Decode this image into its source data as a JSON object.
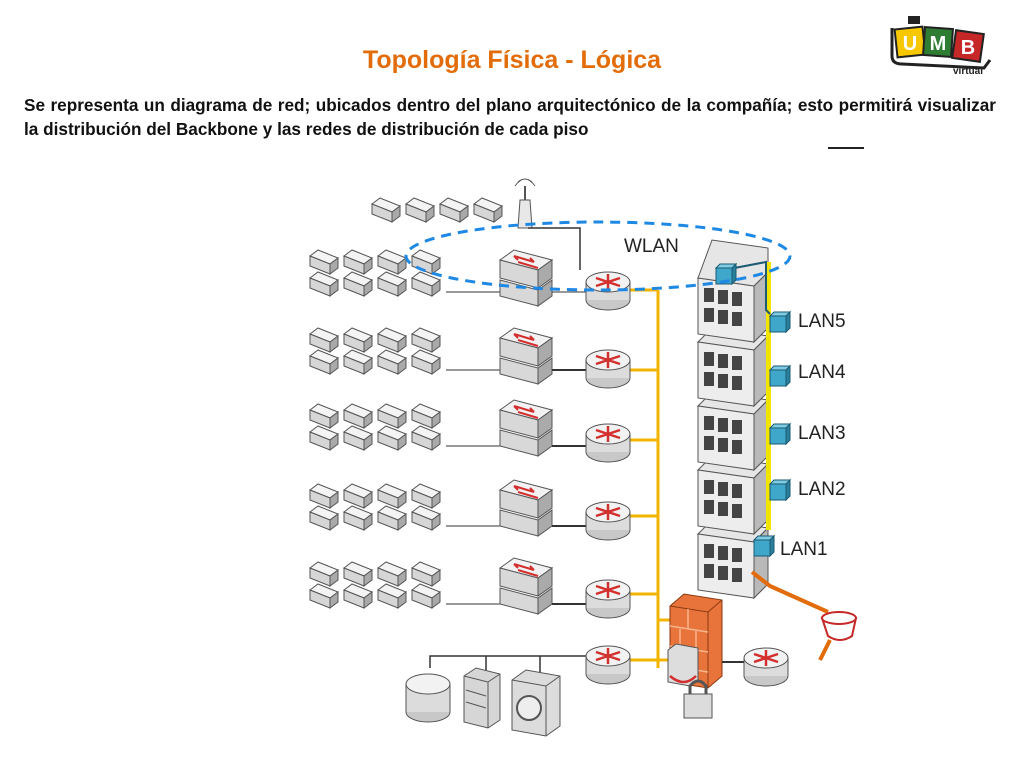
{
  "title": "Topología Física - Lógica",
  "description": "Se representa un diagrama de red; ubicados dentro del plano arquitectónico de la compañía; esto permitirá visualizar la distribución del Backbone y las redes de distribución de cada piso",
  "logo": {
    "letters": [
      "U",
      "M",
      "B"
    ],
    "subtext": "virtual"
  },
  "network": {
    "wlan_label": "WLAN",
    "lan_labels": [
      "LAN5",
      "LAN4",
      "LAN3",
      "LAN2",
      "LAN1"
    ]
  },
  "colors": {
    "title": "#e36c0a",
    "backbone": "#f2b400",
    "wlan": "#1e88e5",
    "lan_node": "#3fa7c9",
    "firewall": "#e8743b",
    "router_arrows": "#d32f2f",
    "building_highlight": "#f3e300"
  }
}
